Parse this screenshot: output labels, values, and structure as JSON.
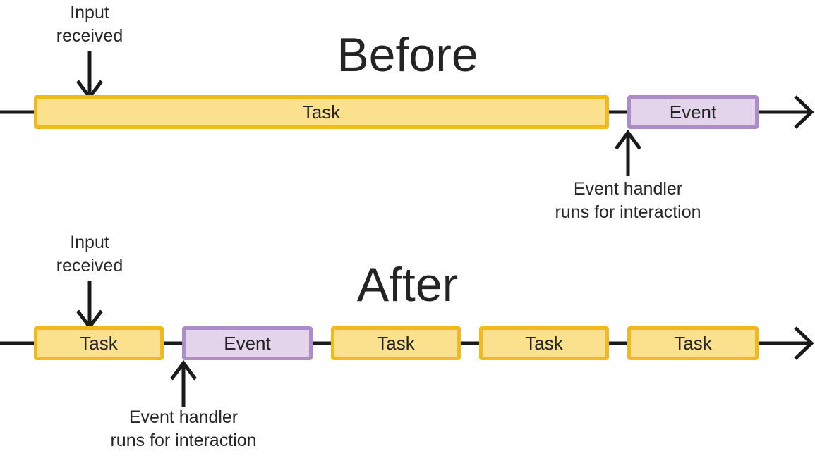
{
  "diagram": {
    "description": "Before/After timeline comparison of task scheduling and event handling",
    "colors": {
      "task_fill": "#fbe08e",
      "task_border": "#f2b91a",
      "event_fill": "#e3d4ec",
      "event_border": "#ae8cc7",
      "ink": "#1a1a1a",
      "text": "#262626",
      "background": "#ffffff"
    },
    "sections": {
      "before": {
        "title": "Before",
        "input_label": "Input\nreceived",
        "handler_label": "Event handler\nruns for interaction",
        "boxes": [
          {
            "label": "Task",
            "type": "task"
          },
          {
            "label": "Event",
            "type": "event"
          }
        ]
      },
      "after": {
        "title": "After",
        "input_label": "Input\nreceived",
        "handler_label": "Event handler\nruns for interaction",
        "boxes": [
          {
            "label": "Task",
            "type": "task"
          },
          {
            "label": "Event",
            "type": "event"
          },
          {
            "label": "Task",
            "type": "task"
          },
          {
            "label": "Task",
            "type": "task"
          },
          {
            "label": "Task",
            "type": "task"
          }
        ]
      }
    }
  }
}
